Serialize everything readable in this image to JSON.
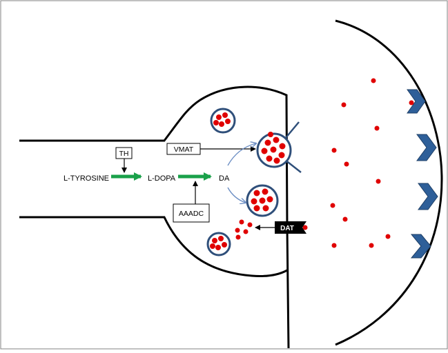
{
  "diagram": {
    "labels": {
      "l_tyrosine": "L-TYROSINE",
      "l_dopa": "L-DOPA",
      "da": "DA"
    },
    "enzymes": {
      "th": "TH",
      "vmat": "VMAT",
      "aaadc": "AAADC",
      "dat": "DAT"
    },
    "colors": {
      "outline": "#000000",
      "dopamine_dot": "#e00000",
      "vesicle_border": "#2f4f7a",
      "synthesis_arrow": "#1aa14a",
      "trafficking_arrow": "#6d8fc4",
      "receptor": "#2e5f99",
      "receptor_border": "#1f3f66",
      "dat_box": "#000000",
      "dat_text": "#ffffff",
      "frame": "#808080"
    },
    "icons": [
      "vesicle-icon",
      "receptor-icon",
      "dopamine-molecule-icon",
      "transporter-icon"
    ]
  }
}
